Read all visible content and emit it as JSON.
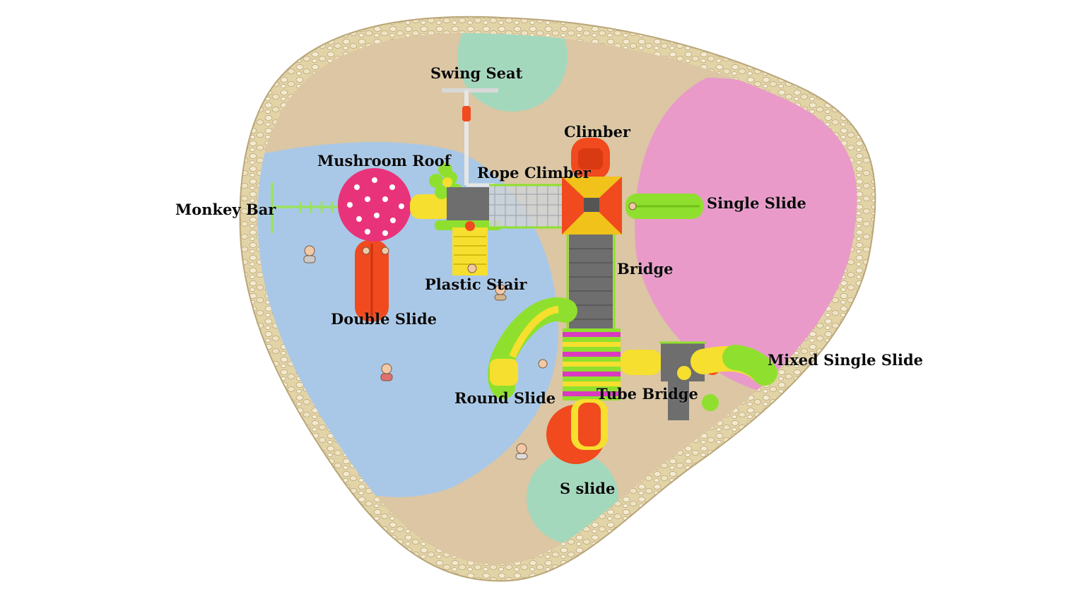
{
  "colors": {
    "border_stones": "#d9c99b",
    "sand_surface": "#d9c3a0",
    "blue_zone": "#a8c7e6",
    "pink_zone": "#e897c8",
    "mint_zone": "#9fd6b8",
    "slide_red": "#f04a1e",
    "slide_green": "#8fe02e",
    "slide_yellow": "#f6df2e",
    "mushroom_pink": "#e8337a",
    "deck_gray": "#6e6e6e"
  },
  "labels": {
    "swing_seat": "Swing Seat",
    "climber": "Climber",
    "mushroom_roof": "Mushroom Roof",
    "rope_climber": "Rope Climber",
    "monkey_bar": "Monkey Bar",
    "single_slide": "Single Slide",
    "bridge": "Bridge",
    "plastic_stair": "Plastic Stair",
    "double_slide": "Double Slide",
    "mixed_single_slide": "Mixed Single Slide",
    "round_slide": "Round Slide",
    "tube_bridge": "Tube Bridge",
    "s_slide": "S slide"
  }
}
